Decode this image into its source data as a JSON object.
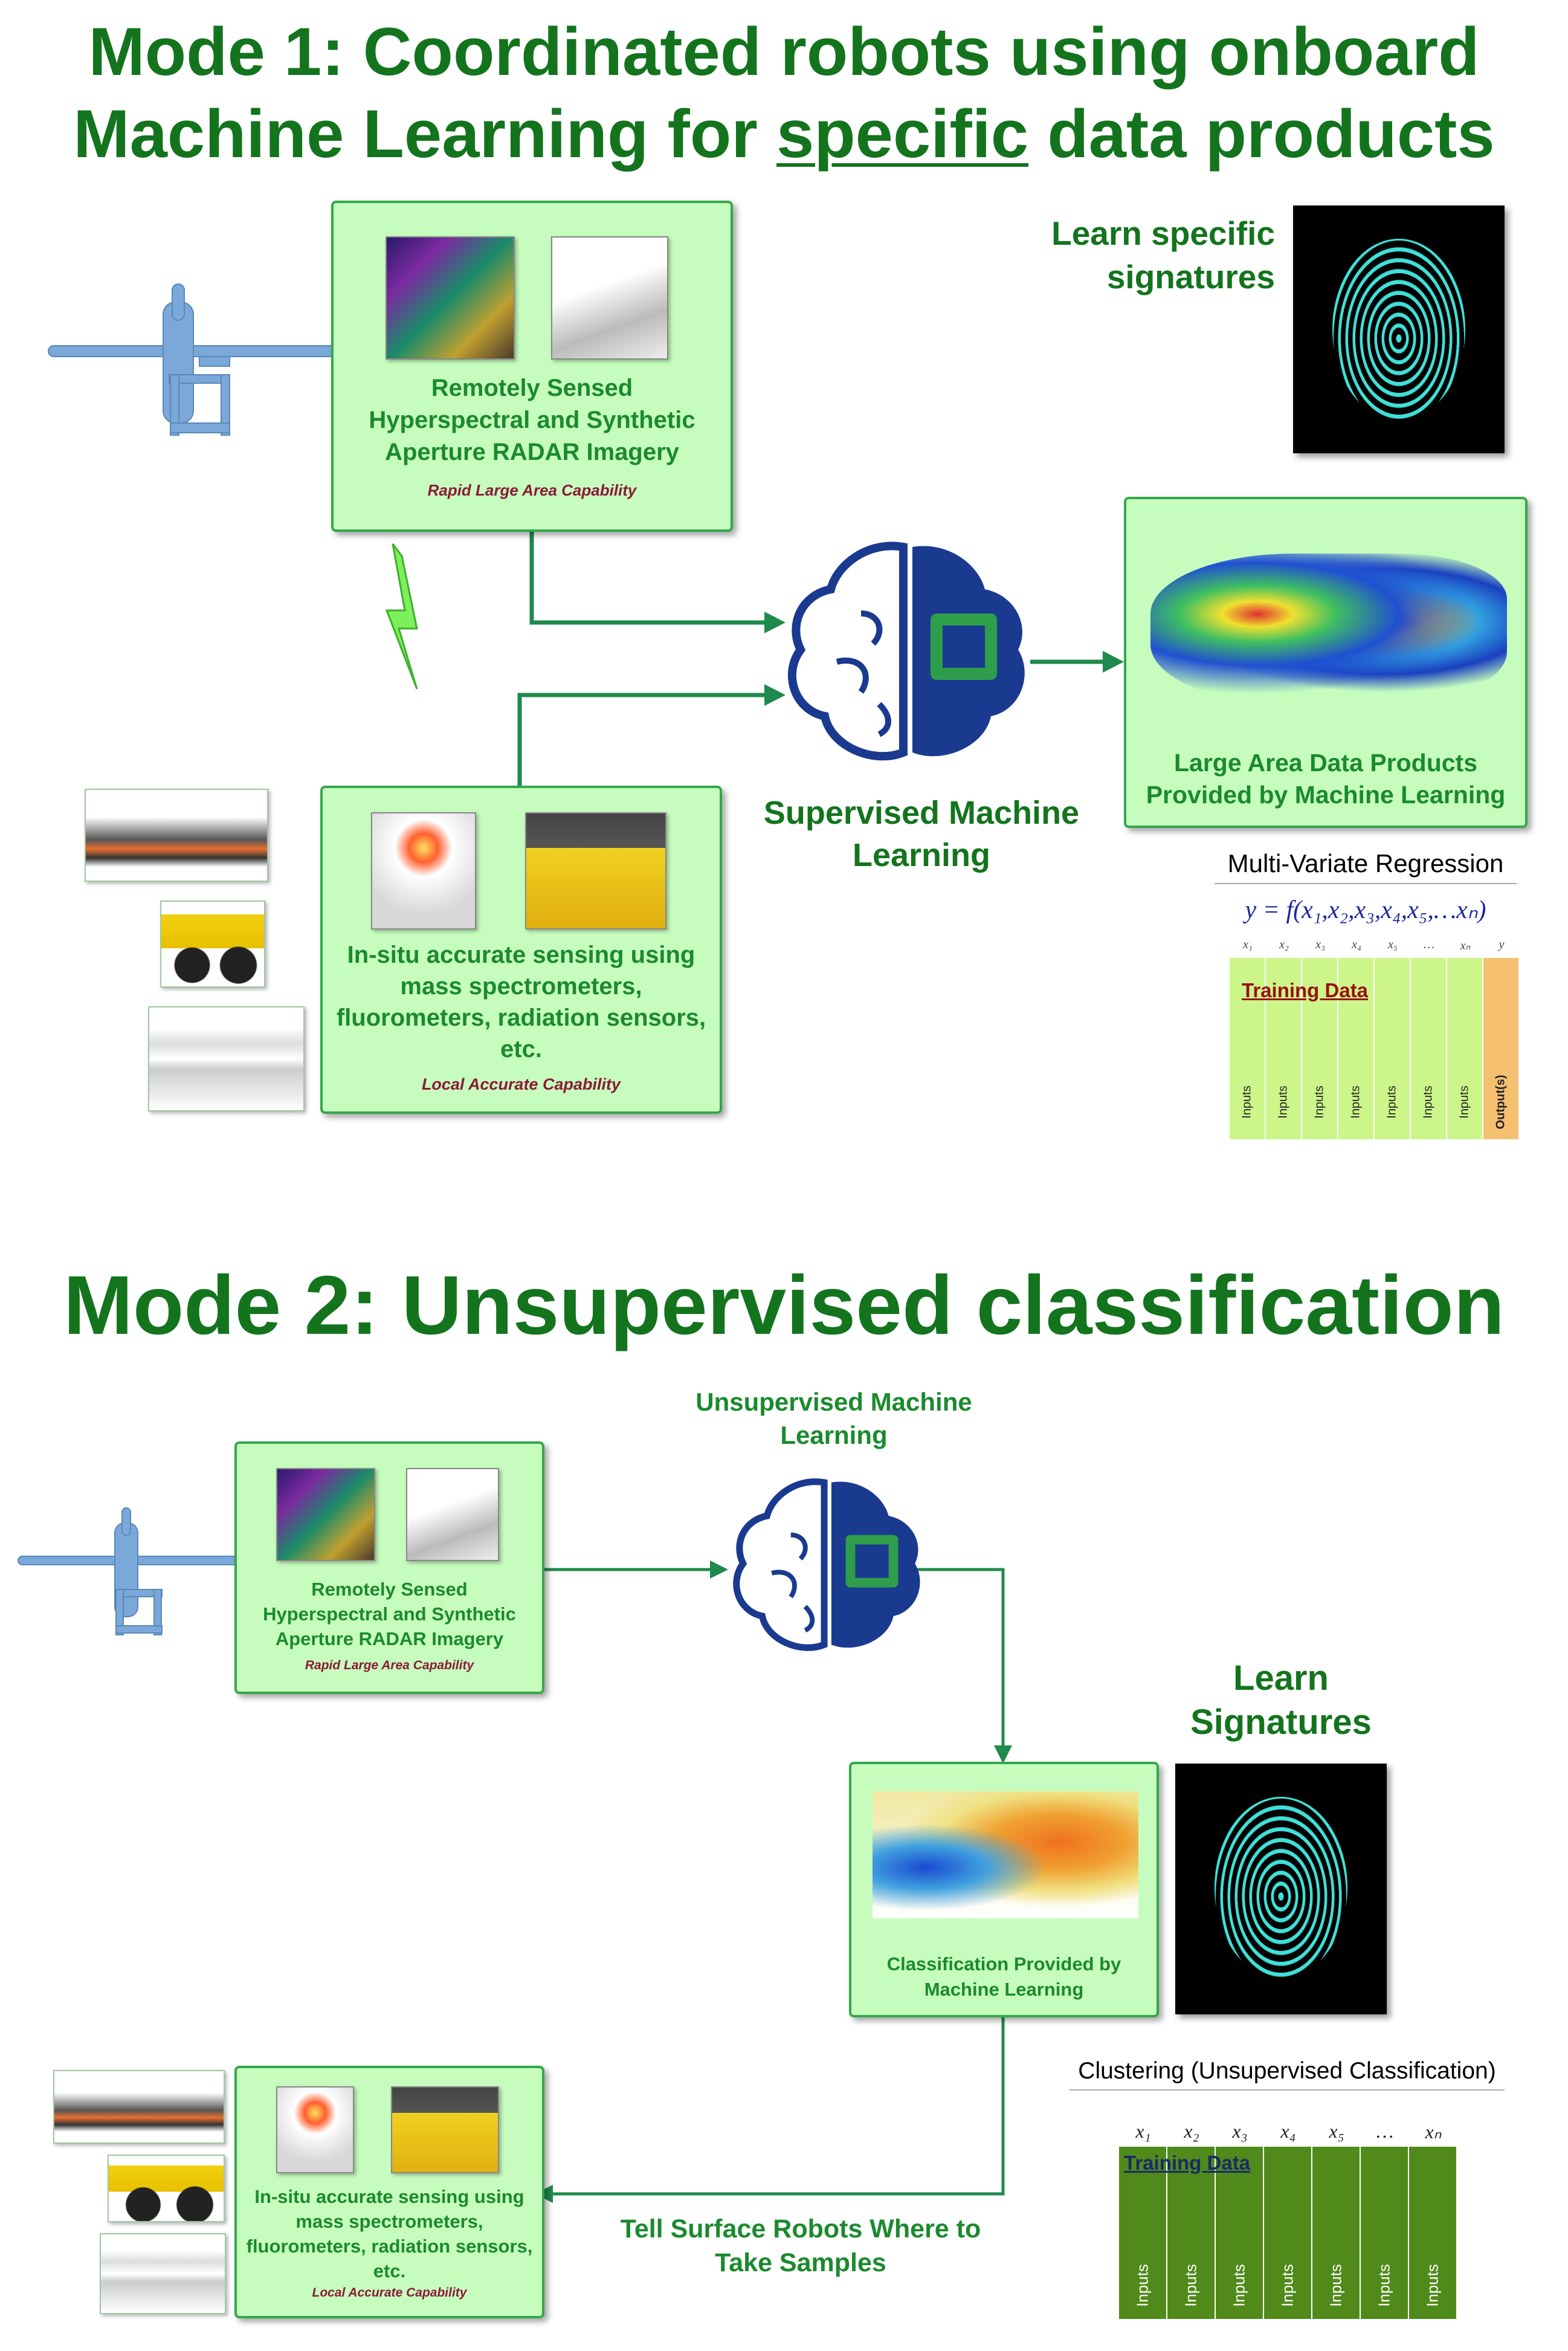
{
  "mode1": {
    "title_line1": "Mode 1: Coordinated robots using onboard",
    "title_pre": "Machine Learning for ",
    "title_emph": "specific",
    "title_post": " data products",
    "remote_box": {
      "text": "Remotely Sensed Hyperspectral and Synthetic Aperture RADAR Imagery",
      "caption": "Rapid Large Area Capability"
    },
    "insitu_box": {
      "text": "In-situ accurate sensing using mass spectrometers, fluorometers, radiation sensors, etc.",
      "caption": "Local Accurate Capability"
    },
    "brain_label": "Supervised Machine Learning",
    "signatures_label": "Learn specific signatures",
    "products_box": {
      "text": "Large Area Data Products Provided by Machine Learning"
    },
    "regression": {
      "title": "Multi-Variate Regression",
      "equation": "y = f(x₁,x₂,x₃,x₄,x₅,…xₙ)",
      "headers": [
        "x₁",
        "x₂",
        "x₃",
        "x₄",
        "x₅",
        "…",
        "xₙ",
        "y"
      ],
      "training_label": "Training Data",
      "columns": [
        "Inputs",
        "Inputs",
        "Inputs",
        "Inputs",
        "Inputs",
        "Inputs",
        "Inputs",
        "Output(s)"
      ]
    }
  },
  "mode2": {
    "title": "Mode 2: Unsupervised classification",
    "brain_label": "Unsupervised Machine Learning",
    "remote_box": {
      "text": "Remotely Sensed Hyperspectral and Synthetic Aperture RADAR Imagery",
      "caption": "Rapid Large Area Capability"
    },
    "signatures_label": "Learn Signatures",
    "classification_box": {
      "text": "Classification Provided by Machine Learning"
    },
    "insitu_box": {
      "text": "In-situ accurate sensing using mass spectrometers, fluorometers, radiation sensors, etc.",
      "caption": "Local Accurate Capability"
    },
    "tell_label": "Tell Surface Robots Where to Take Samples",
    "clustering": {
      "title": "Clustering (Unsupervised Classification)",
      "headers": [
        "x₁",
        "x₂",
        "x₃",
        "x₄",
        "x₅",
        "…",
        "xₙ"
      ],
      "training_label": "Training Data",
      "columns": [
        "Inputs",
        "Inputs",
        "Inputs",
        "Inputs",
        "Inputs",
        "Inputs",
        "Inputs"
      ]
    }
  },
  "colors": {
    "title_green": "#13741d",
    "box_fill": "#c6fdbe",
    "box_border": "#34a84a",
    "arrow": "#1f8a4b",
    "brain_blue": "#1a3a8f",
    "chip_green": "#2e9e4a",
    "caption": "#8b1a3a"
  }
}
